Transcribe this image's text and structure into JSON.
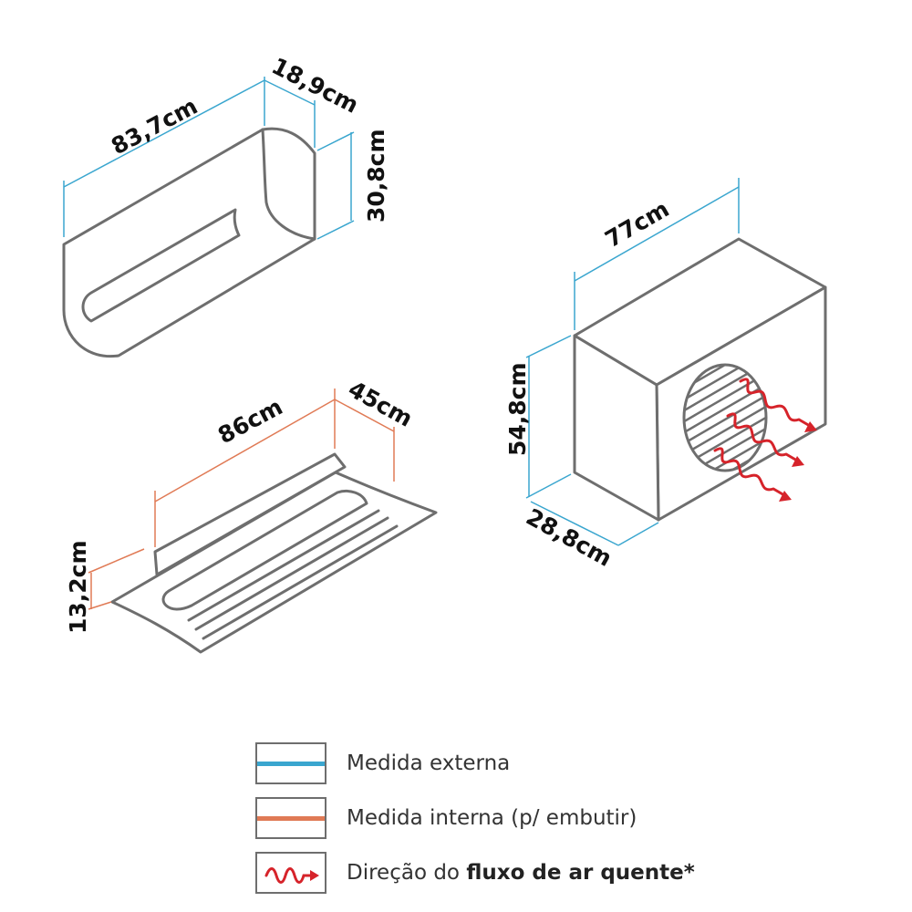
{
  "dimensions": {
    "indoor_width": "83,7cm",
    "indoor_depth": "18,9cm",
    "indoor_height": "30,8cm",
    "embed_width": "86cm",
    "embed_depth": "45cm",
    "embed_height": "13,2cm",
    "outdoor_width": "77cm",
    "outdoor_height": "54,8cm",
    "outdoor_depth": "28,8cm"
  },
  "legend": {
    "external": "Medida externa",
    "internal": "Medida interna (p/ embutir)",
    "airflow_prefix": "Direção do ",
    "airflow_bold": "fluxo de ar quente*"
  },
  "colors": {
    "external": "#3aa6cf",
    "internal": "#e07a55",
    "airflow": "#d6232a",
    "outline": "#6e6e6e"
  },
  "icons": {
    "airflow": "wavy-arrow-icon"
  }
}
